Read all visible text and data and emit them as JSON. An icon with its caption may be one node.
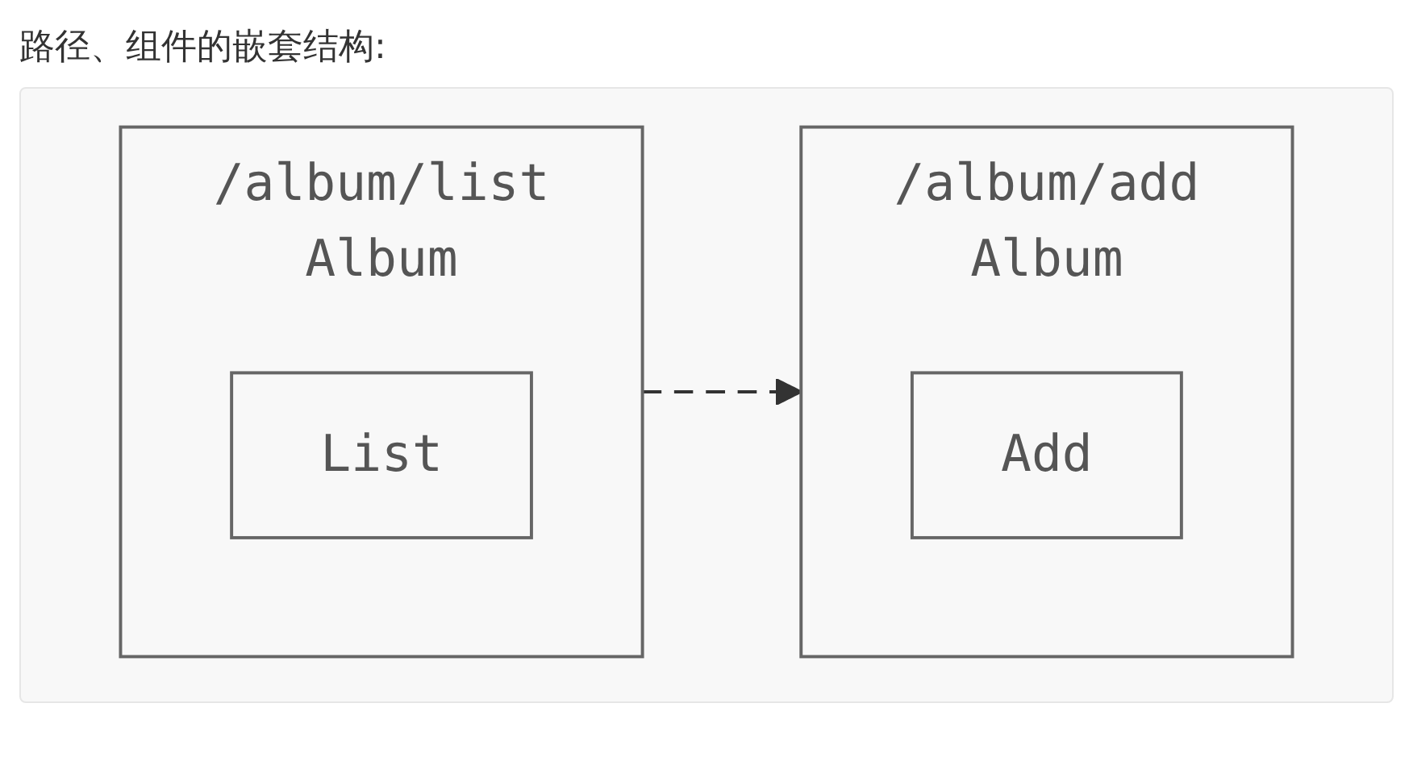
{
  "diagram": {
    "title": "路径、组件的嵌套结构:",
    "nodes": [
      {
        "text": [
          "/album/list",
          "Album"
        ]
      },
      {
        "text": [
          "List"
        ],
        "in": 0
      },
      {
        "text": [
          "/album/add",
          "Album"
        ]
      },
      {
        "text": [
          "Add"
        ],
        "in": 2
      }
    ],
    "edges": [
      {
        "from": 0,
        "to": 2,
        "arrow": "to",
        "style": "dashed"
      }
    ]
  }
}
